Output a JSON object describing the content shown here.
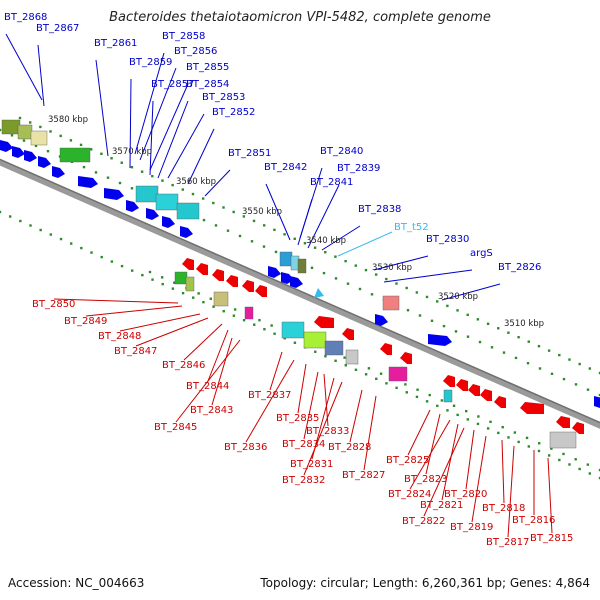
{
  "title": "Bacteroides thetaiotaomicron VPI-5482, complete genome",
  "footer": {
    "accession": "Accession: NC_004663",
    "summary": "Topology: circular; Length: 6,260,361 bp; Genes: 4,864"
  },
  "colors": {
    "forward_label": "#0000cc",
    "reverse_label": "#cc0000",
    "trna_label": "#33bbee",
    "backbone": "#888888",
    "tick": "#2d8a2d"
  },
  "ticks": [
    "3580 kbp",
    "3570 kbp",
    "3560 kbp",
    "3550 kbp",
    "3540 kbp",
    "3530 kbp",
    "3520 kbp",
    "3510 kbp"
  ],
  "forward_genes": [
    "BT_2868",
    "BT_2867",
    "BT_2861",
    "BT_2858",
    "BT_2856",
    "BT_2859",
    "BT_2855",
    "BT_2857",
    "BT_2854",
    "BT_2853",
    "BT_2852",
    "BT_2851",
    "BT_2842",
    "BT_2840",
    "BT_2841",
    "BT_2839",
    "BT_2838",
    "BT_2830",
    "argS",
    "BT_2826"
  ],
  "trna_genes": [
    "BT_t52"
  ],
  "reverse_genes": [
    "BT_2850",
    "BT_2849",
    "BT_2848",
    "BT_2847",
    "BT_2846",
    "BT_2844",
    "BT_2843",
    "BT_2845",
    "BT_2837",
    "BT_2835",
    "BT_2836",
    "BT_2834",
    "BT_2833",
    "BT_2831",
    "BT_2832",
    "BT_2828",
    "BT_2827",
    "BT_2825",
    "BT_2823",
    "BT_2824",
    "BT_2821",
    "BT_2822",
    "BT_2820",
    "BT_2819",
    "BT_2818",
    "BT_2817",
    "BT_2816",
    "BT_2815"
  ]
}
